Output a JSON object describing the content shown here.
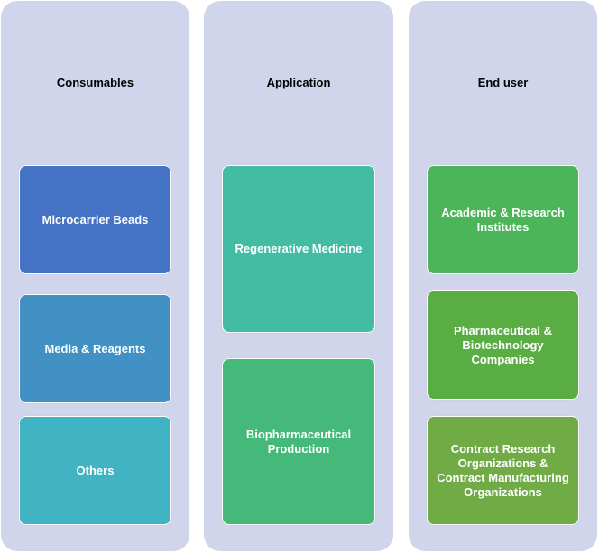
{
  "columns": [
    {
      "title": "Consumables",
      "cards": [
        {
          "label": "Microcarrier Beads",
          "color": "#4472c4"
        },
        {
          "label": "Media & Reagents",
          "color": "#4291c5"
        },
        {
          "label": "Others",
          "color": "#40b4c3"
        }
      ]
    },
    {
      "title": "Application",
      "cards": [
        {
          "label": "Regenerative Medicine",
          "color": "#43bca4"
        },
        {
          "label": "Biopharmaceutical Production",
          "color": "#45b97a"
        }
      ]
    },
    {
      "title": "End user",
      "cards": [
        {
          "label": "Academic & Research Institutes",
          "color": "#4cb55a"
        },
        {
          "label": "Pharmaceutical & Biotechnology Companies",
          "color": "#5aad43"
        },
        {
          "label": "Contract Research Organizations & Contract Manufacturing Organizations",
          "color": "#70ab46"
        }
      ]
    }
  ]
}
